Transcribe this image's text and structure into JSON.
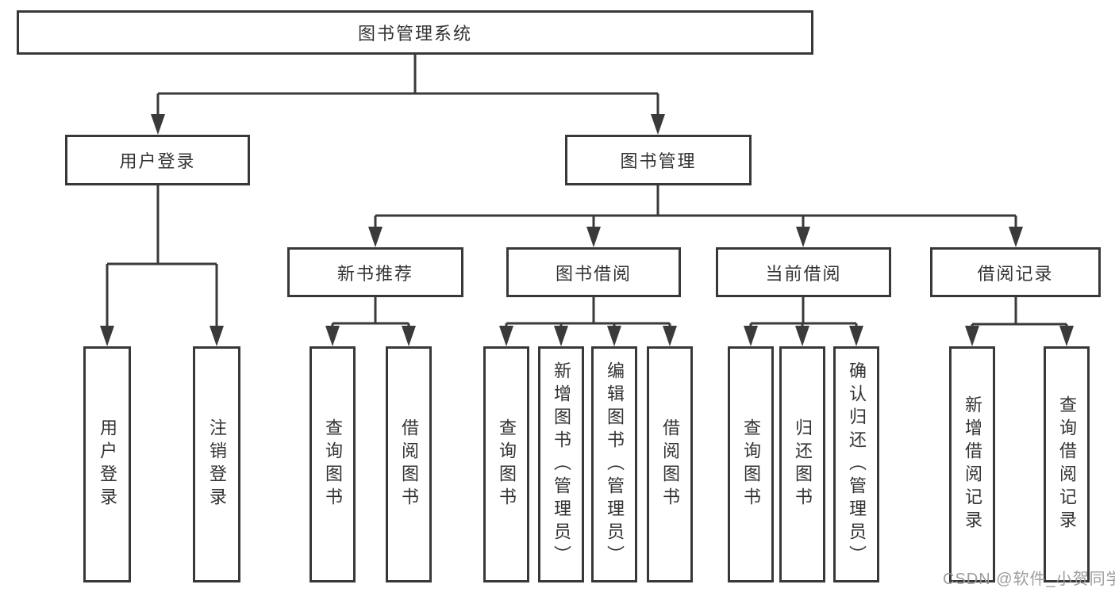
{
  "diagram": {
    "type": "hierarchy-tree",
    "root": {
      "label": "图书管理系统",
      "children": [
        {
          "label": "用户登录",
          "children": [
            {
              "label": "用户登录"
            },
            {
              "label": "注销登录"
            }
          ]
        },
        {
          "label": "图书管理",
          "children": [
            {
              "label": "新书推荐",
              "children": [
                {
                  "label": "查询图书"
                },
                {
                  "label": "借阅图书"
                }
              ]
            },
            {
              "label": "图书借阅",
              "children": [
                {
                  "label": "查询图书"
                },
                {
                  "label": "新增图书（管理员）"
                },
                {
                  "label": "编辑图书（管理员）"
                },
                {
                  "label": "借阅图书"
                }
              ]
            },
            {
              "label": "当前借阅",
              "children": [
                {
                  "label": "查询图书"
                },
                {
                  "label": "归还图书"
                },
                {
                  "label": "确认归还（管理员）"
                }
              ]
            },
            {
              "label": "借阅记录",
              "children": [
                {
                  "label": "新增借阅记录"
                },
                {
                  "label": "查询借阅记录"
                }
              ]
            }
          ]
        }
      ]
    }
  },
  "watermark": {
    "text": "CSDN @软件_小贺同学"
  },
  "colors": {
    "background": "#ffffff",
    "line": "#3a3a3a",
    "box_border": "#383838",
    "text": "#333333",
    "watermark": "#989898"
  }
}
